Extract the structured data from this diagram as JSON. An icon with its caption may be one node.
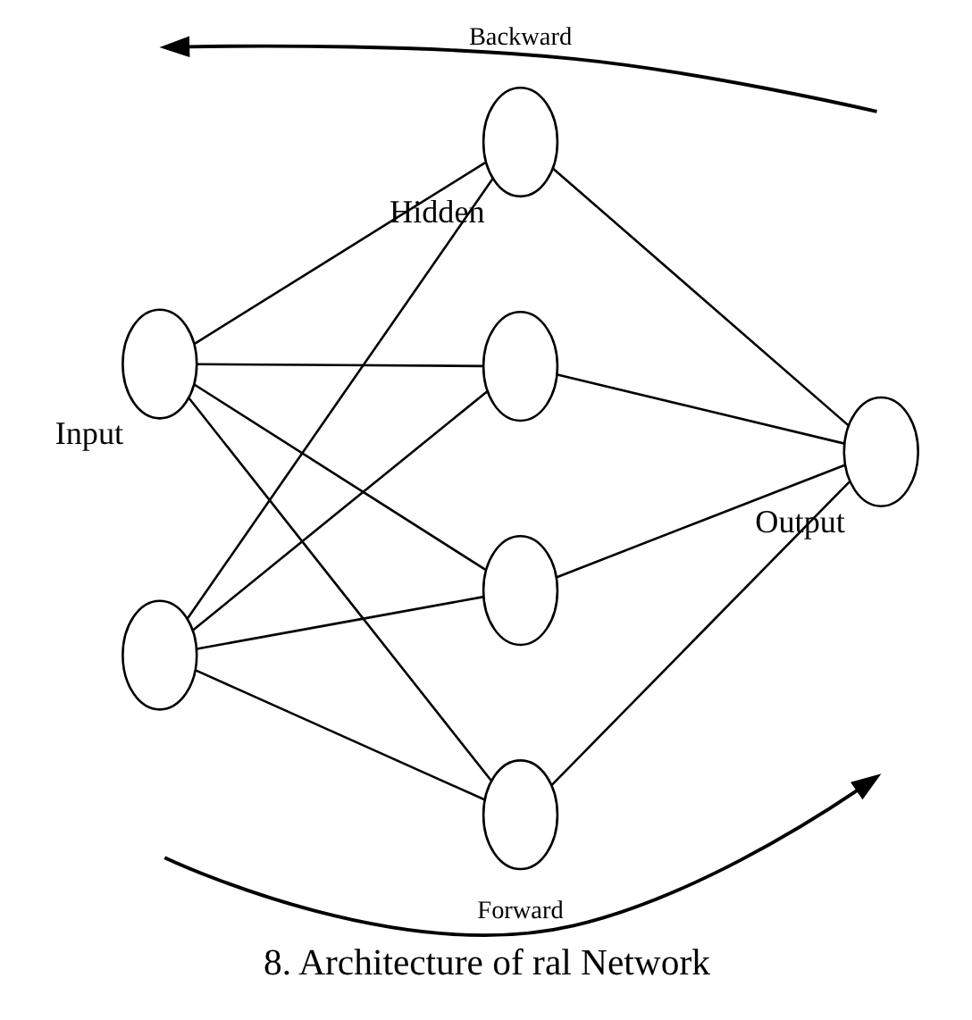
{
  "diagram": {
    "caption": "8. Architecture of ral Network",
    "nodes": [
      {
        "text": [],
        "shape": "circle",
        "beside": [
          "Input"
        ]
      },
      {
        "text": [],
        "shape": "circle"
      },
      {
        "text": [],
        "shape": "circle",
        "beside": [
          "Hidden"
        ]
      },
      {
        "text": [],
        "shape": "circle"
      },
      {
        "text": [],
        "shape": "circle"
      },
      {
        "text": [],
        "shape": "circle"
      },
      {
        "text": [],
        "shape": "circle",
        "beside": [
          "Output"
        ]
      }
    ],
    "edges": [
      {
        "from": 0,
        "to": 2,
        "arrow": "none"
      },
      {
        "from": 0,
        "to": 3,
        "arrow": "none"
      },
      {
        "from": 0,
        "to": 4,
        "arrow": "none"
      },
      {
        "from": 0,
        "to": 5,
        "arrow": "none"
      },
      {
        "from": 1,
        "to": 2,
        "arrow": "none"
      },
      {
        "from": 1,
        "to": 3,
        "arrow": "none"
      },
      {
        "from": 1,
        "to": 4,
        "arrow": "none"
      },
      {
        "from": 1,
        "to": 5,
        "arrow": "none"
      },
      {
        "from": 2,
        "to": 6,
        "arrow": "none"
      },
      {
        "from": 3,
        "to": 6,
        "arrow": "none"
      },
      {
        "from": 4,
        "to": 6,
        "arrow": "none"
      },
      {
        "from": 5,
        "to": 6,
        "arrow": "none"
      }
    ],
    "labels": [
      "Backward",
      "Forward"
    ]
  }
}
